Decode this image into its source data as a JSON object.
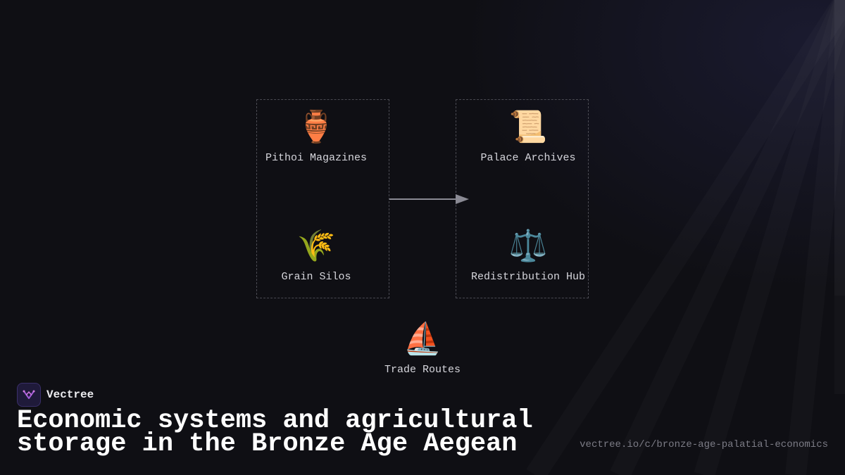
{
  "diagram": {
    "nodes": {
      "pithoi": {
        "icon": "amphora-icon",
        "emoji": "🏺",
        "label": "Pithoi Magazines"
      },
      "archives": {
        "icon": "scroll-icon",
        "emoji": "📜",
        "label": "Palace Archives"
      },
      "grain": {
        "icon": "sheaf-of-rice-icon",
        "emoji": "🌾",
        "label": "Grain Silos"
      },
      "hub": {
        "icon": "balance-scale-icon",
        "emoji": "⚖️",
        "label": "Redistribution Hub"
      },
      "trade": {
        "icon": "sailboat-icon",
        "emoji": "⛵",
        "label": "Trade Routes"
      }
    },
    "colors": {
      "group_border": "#4a4a52",
      "arrow": "#8a8a94",
      "label": "#d6d6dc"
    }
  },
  "brand": {
    "name": "Vectree",
    "logo_icon": "vectree-logo-icon"
  },
  "title": "Economic systems and agricultural storage in the Bronze Age Aegean",
  "url": "vectree.io/c/bronze-age-palatial-economics"
}
